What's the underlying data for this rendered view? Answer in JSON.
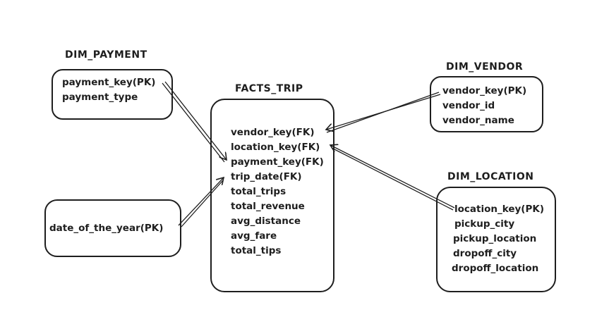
{
  "entities": {
    "dim_payment": {
      "title": "DIM_PAYMENT",
      "fields": [
        "payment_key(PK)",
        "payment_type"
      ]
    },
    "facts_trip": {
      "title": "FACTS_TRIP",
      "fields": [
        "vendor_key(FK)",
        "location_key(FK)",
        "payment_key(FK)",
        "trip_date(FK)",
        "total_trips",
        "total_revenue",
        "avg_distance",
        "avg_fare",
        "total_tips"
      ]
    },
    "dim_vendor": {
      "title": "DIM_VENDOR",
      "fields": [
        "vendor_key(PK)",
        "vendor_id",
        "vendor_name"
      ]
    },
    "dim_location": {
      "title": "DIM_LOCATION",
      "fields": [
        "location_key(PK)",
        "pickup_city",
        "pickup_location",
        "dropoff_city",
        "dropoff_location"
      ]
    },
    "dim_date": {
      "fields": [
        "date_of_the_year(PK)"
      ]
    }
  }
}
